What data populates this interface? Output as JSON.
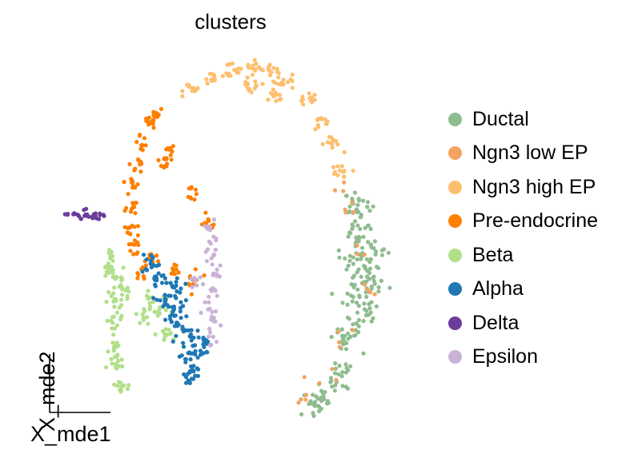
{
  "chart_data": {
    "type": "scatter",
    "title": "clusters",
    "xlabel": "X_mde1",
    "ylabel": "X_mde2",
    "legend_position": "right",
    "grid": false,
    "xlim": [
      0,
      100
    ],
    "ylim": [
      0,
      100
    ],
    "series": [
      {
        "name": "Ductal",
        "color": "#8fbc8f",
        "centers": [
          [
            85,
            48
          ],
          [
            84,
            52
          ],
          [
            83,
            44
          ],
          [
            86,
            40
          ],
          [
            85,
            36
          ],
          [
            84,
            32
          ],
          [
            86,
            28
          ],
          [
            85,
            56
          ],
          [
            82,
            24
          ],
          [
            80,
            20
          ],
          [
            79,
            12
          ],
          [
            77,
            8
          ],
          [
            74,
            4
          ],
          [
            72,
            2
          ],
          [
            88,
            44
          ],
          [
            88,
            36
          ],
          [
            83,
            60
          ]
        ],
        "spread": [
          4.0,
          3.0
        ],
        "n": 220
      },
      {
        "name": "Ngn3 low EP",
        "color": "#f4a460",
        "centers": [
          [
            84,
            46
          ],
          [
            86,
            36
          ],
          [
            80,
            22
          ],
          [
            74,
            10
          ],
          [
            70,
            4
          ],
          [
            82,
            58
          ],
          [
            80,
            64
          ]
        ],
        "spread": [
          3.0,
          3.0
        ],
        "n": 28
      },
      {
        "name": "Ngn3 high EP",
        "color": "#fdbf6f",
        "centers": [
          [
            50,
            96
          ],
          [
            55,
            97
          ],
          [
            60,
            96
          ],
          [
            65,
            93
          ],
          [
            70,
            88
          ],
          [
            74,
            82
          ],
          [
            77,
            76
          ],
          [
            80,
            68
          ],
          [
            45,
            94
          ],
          [
            40,
            91
          ],
          [
            55,
            92
          ],
          [
            62,
            90
          ]
        ],
        "spread": [
          3.0,
          2.0
        ],
        "n": 150
      },
      {
        "name": "Pre-endocrine",
        "color": "#ff7f00",
        "centers": [
          [
            28,
            82
          ],
          [
            26,
            76
          ],
          [
            25,
            70
          ],
          [
            24,
            64
          ],
          [
            24,
            58
          ],
          [
            23,
            52
          ],
          [
            24,
            46
          ],
          [
            32,
            70
          ],
          [
            34,
            74
          ],
          [
            40,
            62
          ],
          [
            44,
            54
          ],
          [
            35,
            40
          ],
          [
            40,
            38
          ],
          [
            29,
            44
          ],
          [
            30,
            84
          ],
          [
            26,
            40
          ]
        ],
        "spread": [
          1.8,
          2.2
        ],
        "n": 160
      },
      {
        "name": "Beta",
        "color": "#b2df8a",
        "centers": [
          [
            19,
            38
          ],
          [
            19,
            32
          ],
          [
            19,
            26
          ],
          [
            19,
            20
          ],
          [
            19,
            14
          ],
          [
            20,
            8
          ],
          [
            22,
            34
          ],
          [
            27,
            28
          ],
          [
            33,
            22
          ],
          [
            17,
            40
          ],
          [
            18,
            44
          ],
          [
            28,
            32
          ],
          [
            32,
            30
          ]
        ],
        "spread": [
          2.2,
          3.0
        ],
        "n": 150
      },
      {
        "name": "Alpha",
        "color": "#1f78b4",
        "centers": [
          [
            38,
            22
          ],
          [
            40,
            18
          ],
          [
            38,
            14
          ],
          [
            35,
            26
          ],
          [
            32,
            32
          ],
          [
            30,
            38
          ],
          [
            29,
            42
          ],
          [
            35,
            36
          ],
          [
            42,
            20
          ],
          [
            39,
            10
          ],
          [
            36,
            30
          ]
        ],
        "spread": [
          2.8,
          2.8
        ],
        "n": 150
      },
      {
        "name": "Delta",
        "color": "#6a3d9a",
        "centers": [
          [
            6,
            56
          ],
          [
            8,
            56
          ],
          [
            10,
            55
          ],
          [
            11,
            56
          ],
          [
            13,
            55
          ],
          [
            14,
            55
          ],
          [
            15,
            56
          ],
          [
            16,
            56
          ],
          [
            12,
            55
          ],
          [
            9,
            56
          ],
          [
            11,
            57
          ],
          [
            14,
            56
          ]
        ],
        "spread": [
          0.6,
          0.6
        ],
        "n": 30
      },
      {
        "name": "Epsilon",
        "color": "#cab2d6",
        "centers": [
          [
            41,
            38
          ],
          [
            45,
            44
          ],
          [
            46,
            40
          ],
          [
            45,
            34
          ],
          [
            44,
            30
          ],
          [
            46,
            26
          ],
          [
            45,
            22
          ],
          [
            44,
            52
          ],
          [
            45,
            48
          ]
        ],
        "spread": [
          1.8,
          2.5
        ],
        "n": 65
      }
    ]
  }
}
